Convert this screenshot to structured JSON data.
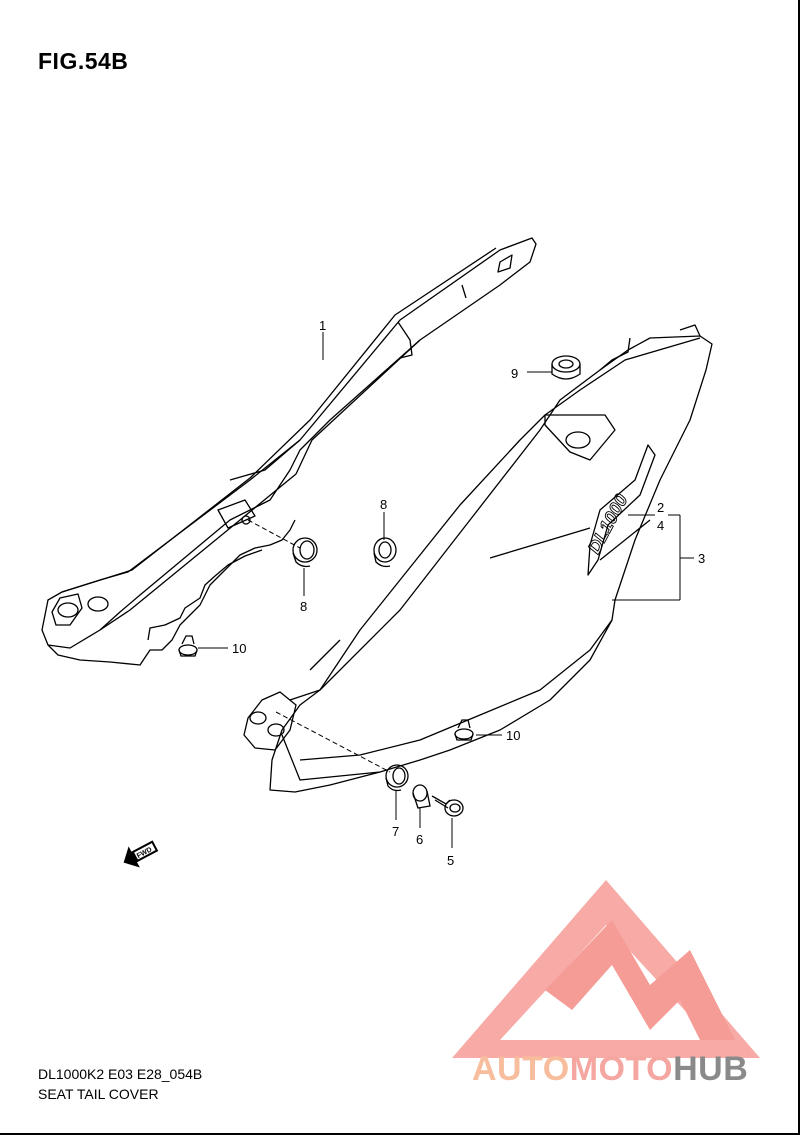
{
  "figure": {
    "title": "FIG.54B",
    "model_code": "DL1000K2 E03 E28_054B",
    "section_name": "SEAT TAIL COVER"
  },
  "logo_text": "DL1000",
  "direction_badge": "FWD",
  "callouts": [
    {
      "id": "c1",
      "label": "1"
    },
    {
      "id": "c2",
      "label": "2"
    },
    {
      "id": "c4",
      "label": "4"
    },
    {
      "id": "c3",
      "label": "3"
    },
    {
      "id": "c5",
      "label": "5"
    },
    {
      "id": "c6",
      "label": "6"
    },
    {
      "id": "c7",
      "label": "7"
    },
    {
      "id": "c8a",
      "label": "8"
    },
    {
      "id": "c8b",
      "label": "8"
    },
    {
      "id": "c9",
      "label": "9"
    },
    {
      "id": "c10a",
      "label": "10"
    },
    {
      "id": "c10b",
      "label": "10"
    }
  ],
  "watermark": {
    "part1": "AUTO",
    "part2": "MOTO",
    "part3": "HUB",
    "colors": {
      "auto": "#f7bd9c",
      "moto": "#f5a6a0",
      "hub": "#8a8a8a",
      "mark": "#f58b86"
    }
  }
}
